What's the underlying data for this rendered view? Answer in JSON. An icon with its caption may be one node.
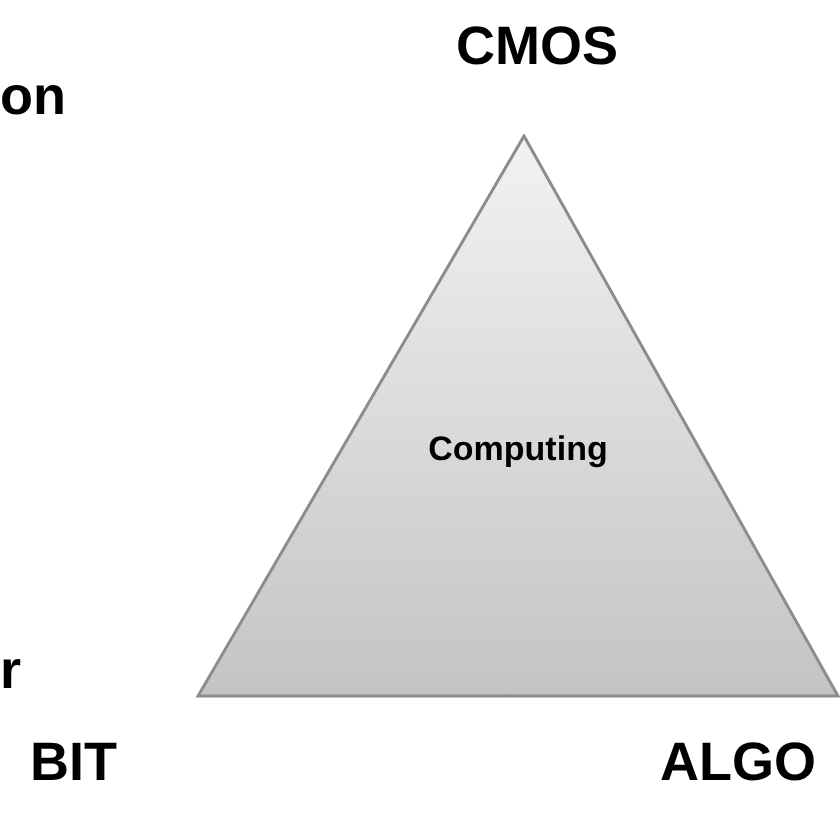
{
  "diagram": {
    "nodes": [
      {
        "text": [
          "Computing"
        ]
      }
    ],
    "edges": [],
    "labels": [
      "CMOS",
      "on",
      "r",
      "BIT",
      "ALGO"
    ]
  }
}
